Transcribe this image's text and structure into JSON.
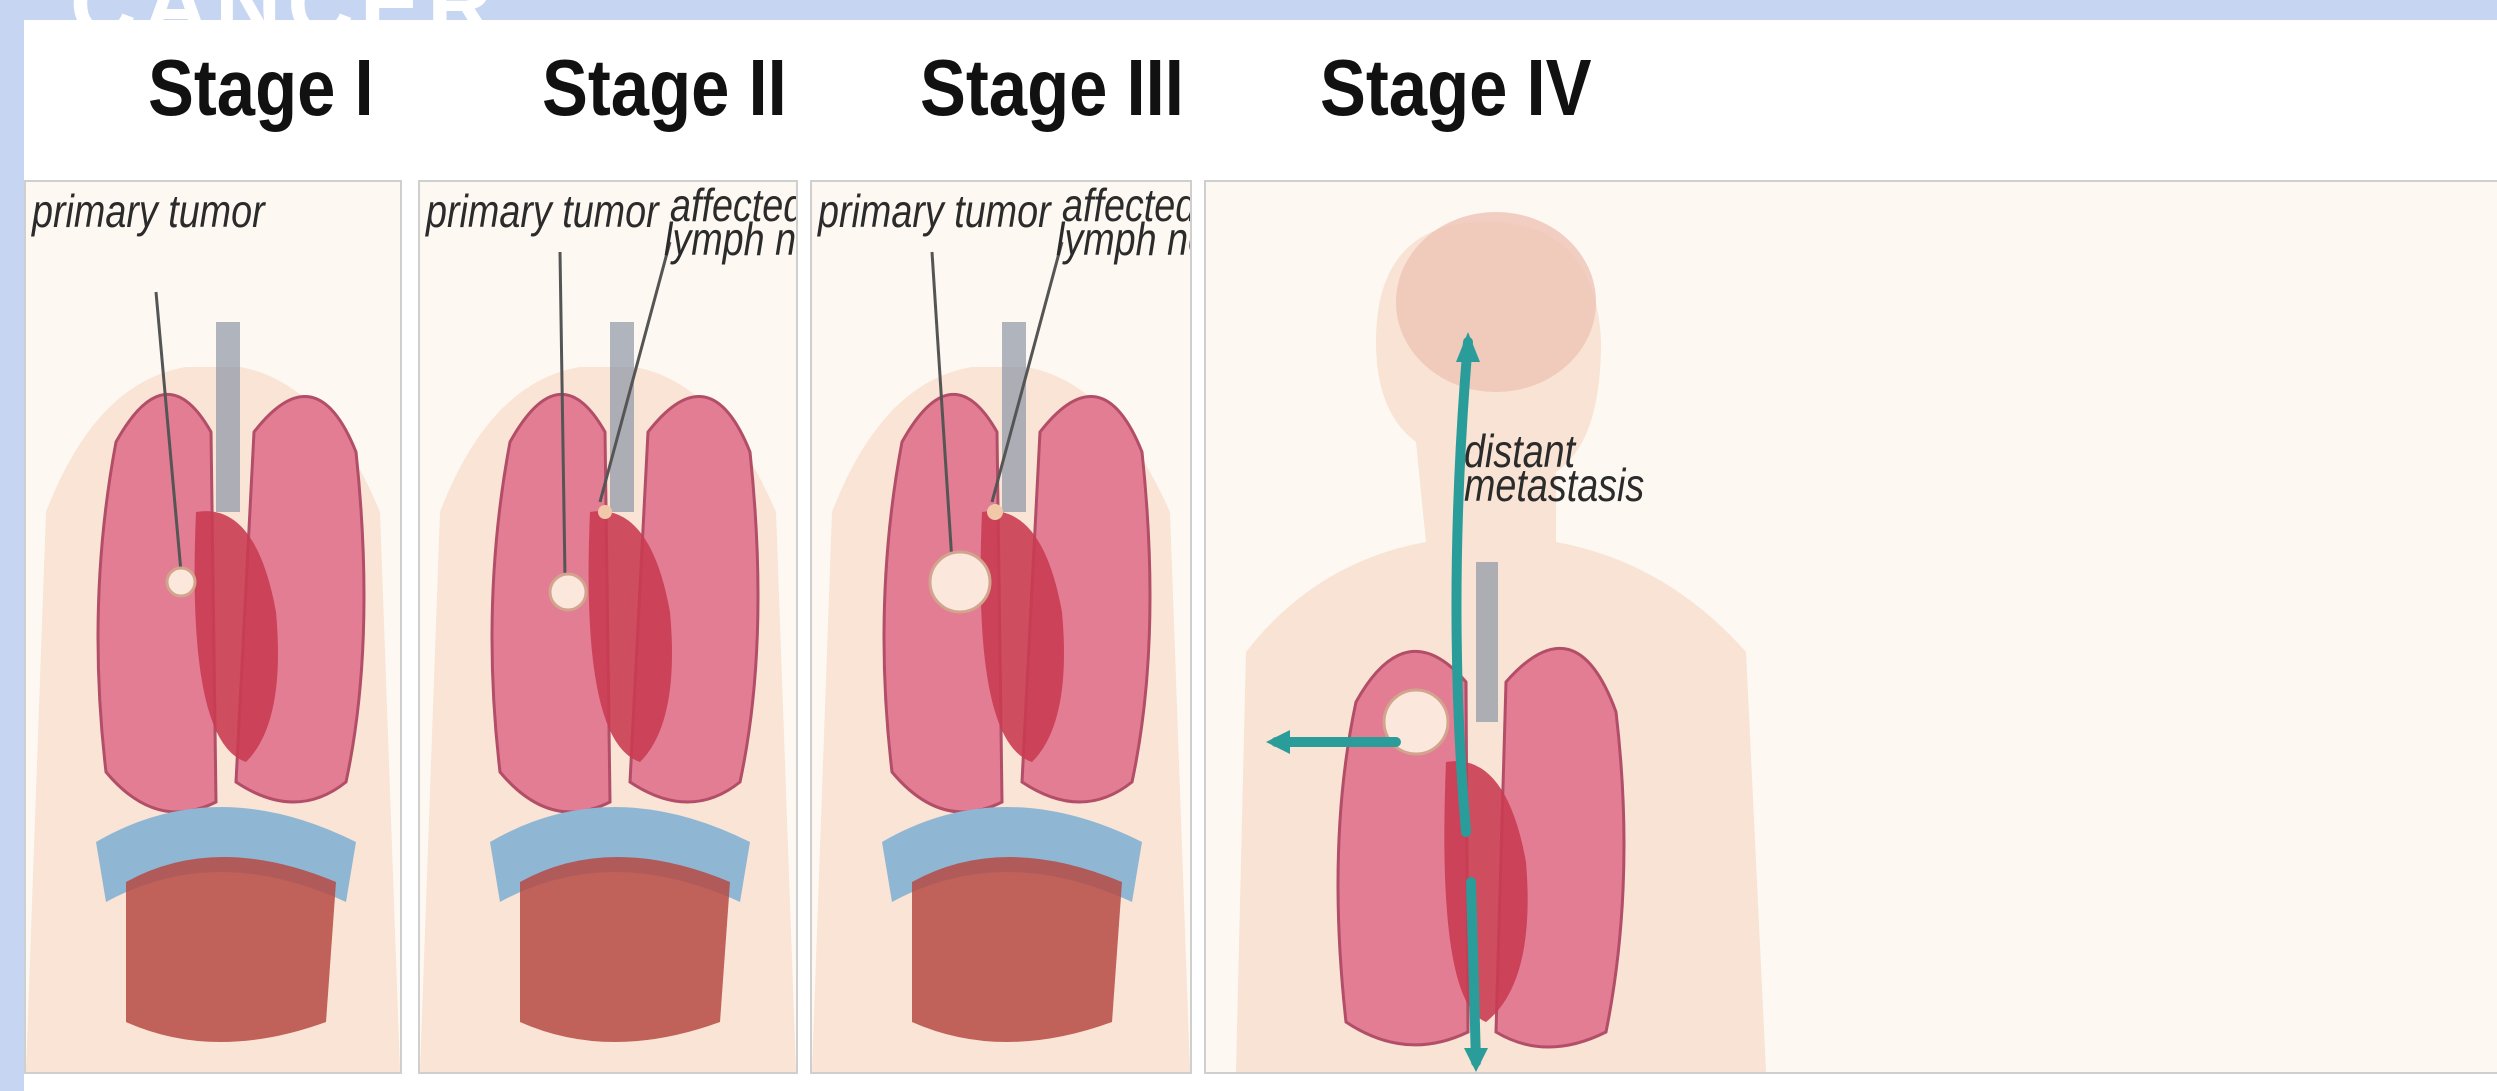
{
  "page": {
    "partial_heading": "CANCER"
  },
  "stages": [
    {
      "title": "Stage I",
      "labels": [
        "primary tumor"
      ]
    },
    {
      "title": "Stage II",
      "labels": [
        "primary tumor",
        "affected",
        "lymph nodes"
      ]
    },
    {
      "title": "Stage III",
      "labels": [
        "primary tumor",
        "affected",
        "lymph nodes"
      ]
    },
    {
      "title": "Stage IV",
      "labels": [
        "distant",
        "metastasis"
      ]
    }
  ],
  "colors": {
    "background": "#c6d6f2",
    "lung": "#e27d94",
    "lung_dark": "#c24b68",
    "heart": "#c93c52",
    "liver": "#b64a44",
    "skin": "#f6dcc9",
    "diaphragm": "#8fb7d4",
    "metastasis_arrow": "#2a9d9a",
    "tumor": "#fbe7dc"
  }
}
